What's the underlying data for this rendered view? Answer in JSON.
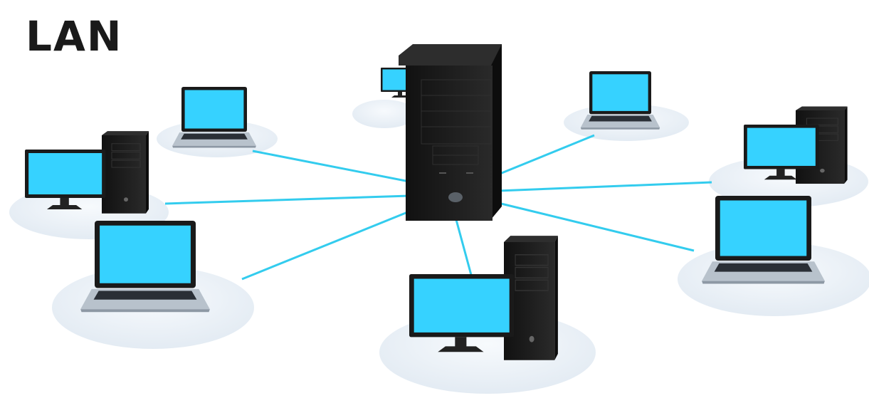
{
  "title": "LAN",
  "colors": {
    "cable": "#33ccee",
    "screen": "#36d2ff",
    "case": "#1c1c1c",
    "platform": "#eef3f8"
  },
  "nodes": [
    {
      "type": "server",
      "role": "central-server"
    },
    {
      "type": "laptop"
    },
    {
      "type": "desktop"
    },
    {
      "type": "laptop"
    },
    {
      "type": "desktop"
    },
    {
      "type": "laptop"
    },
    {
      "type": "desktop"
    },
    {
      "type": "laptop"
    },
    {
      "type": "desktop"
    }
  ]
}
